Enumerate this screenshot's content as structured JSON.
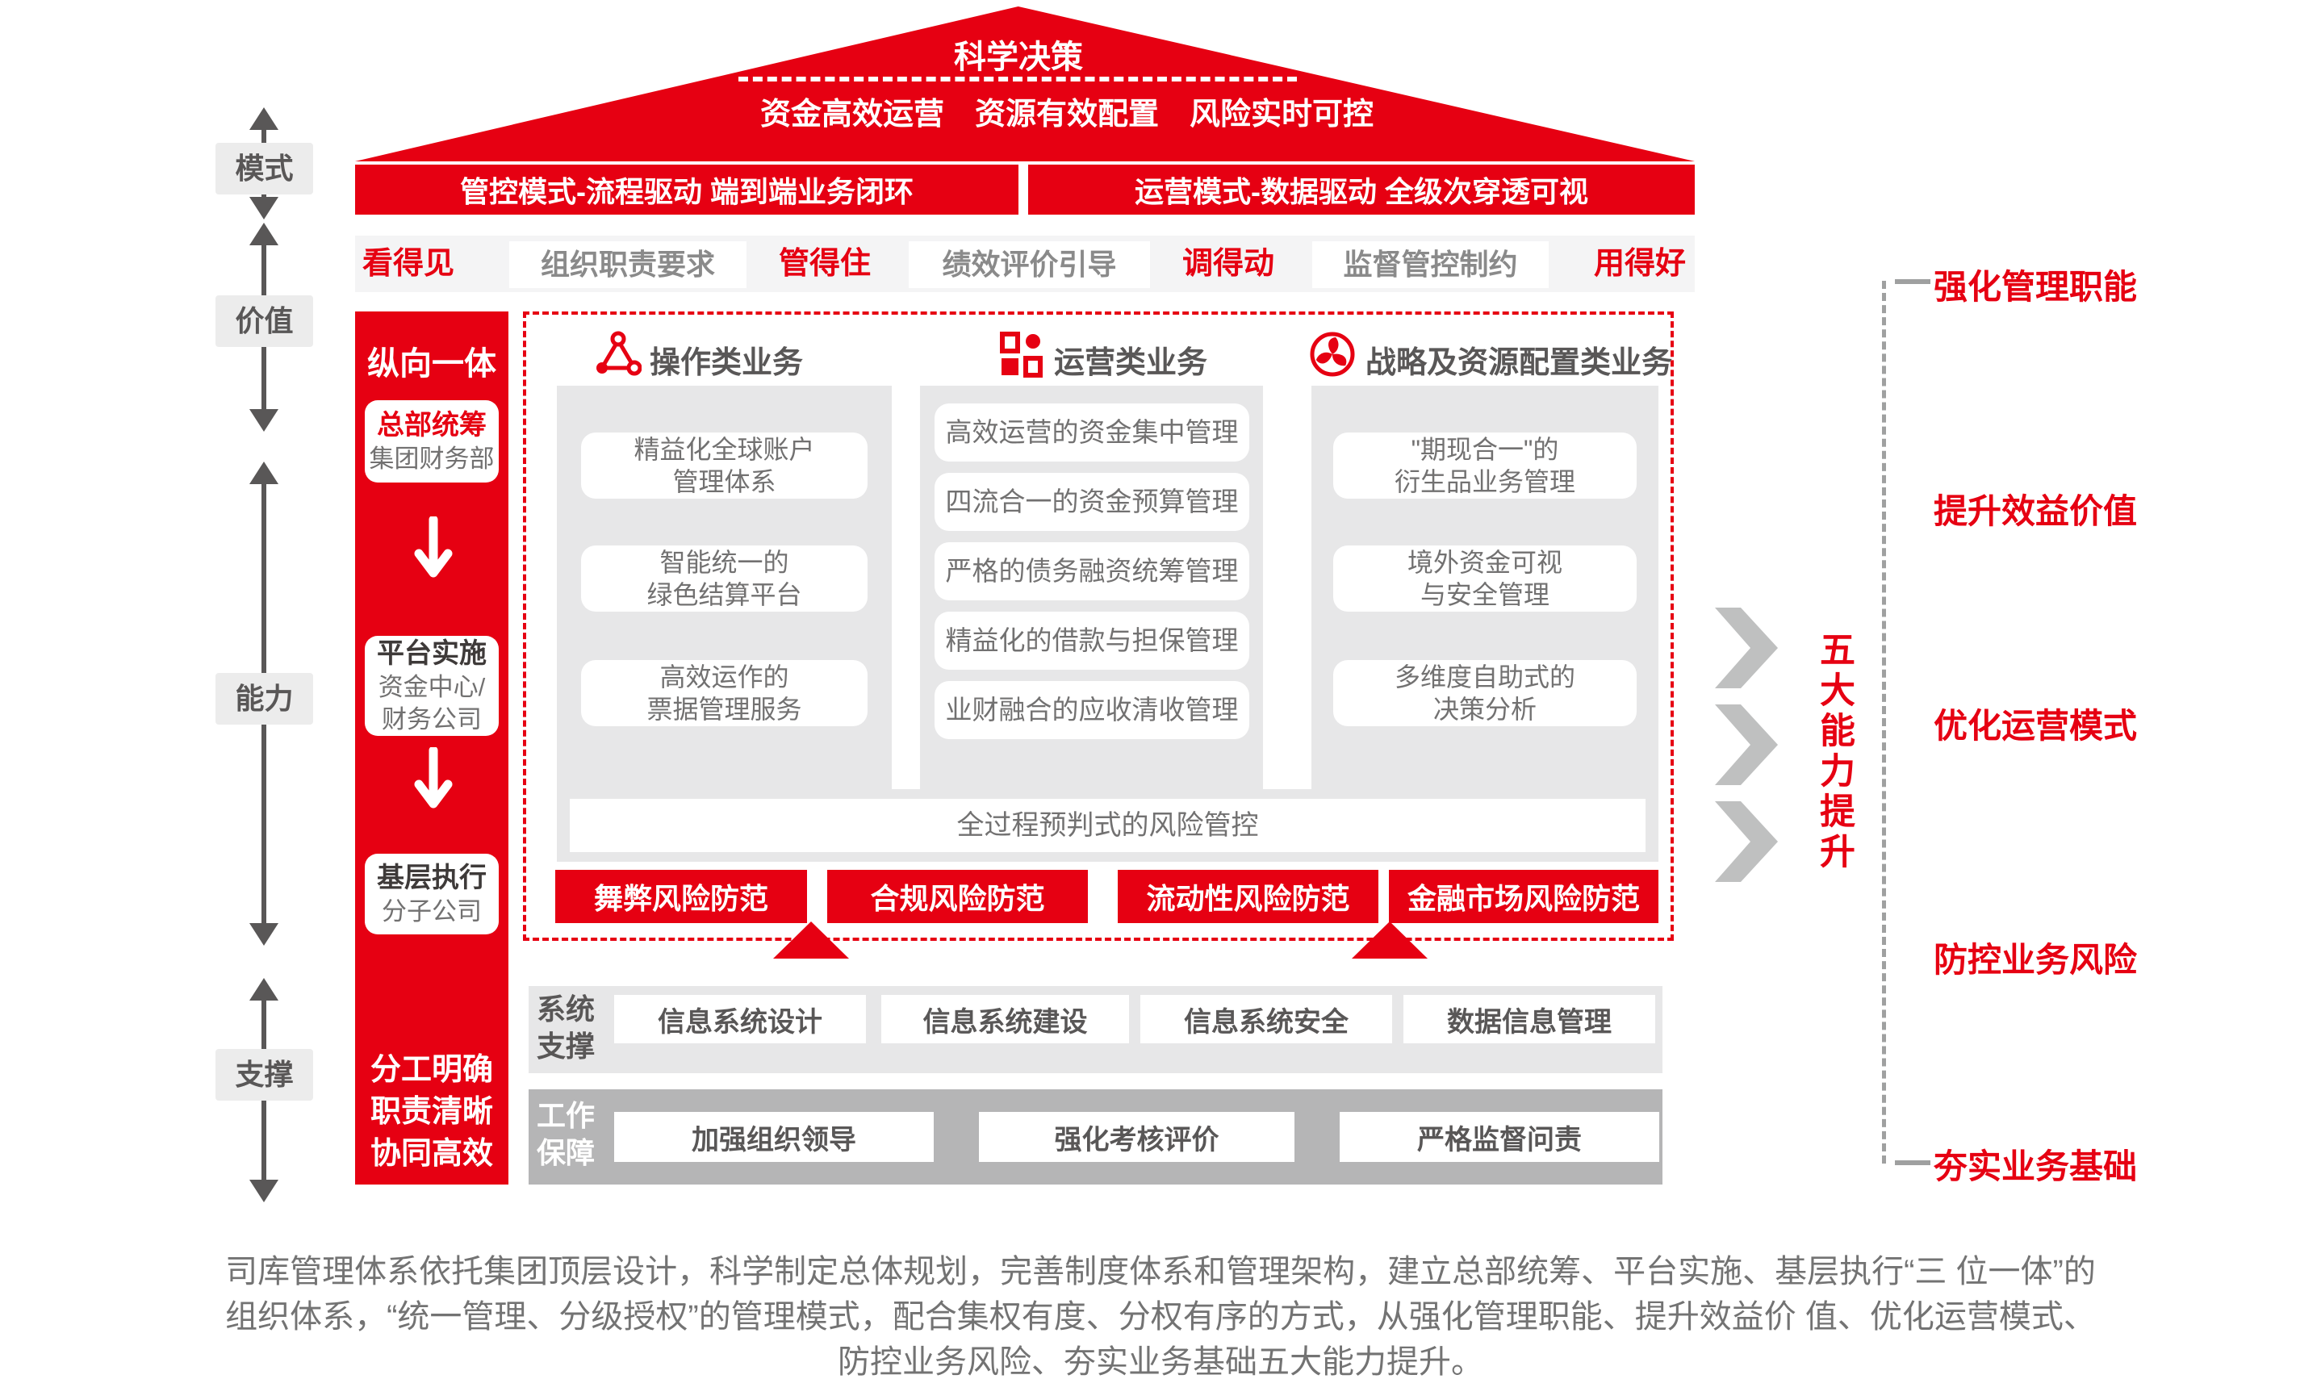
{
  "colors": {
    "accent_red": "#e60012",
    "dark_gray_text": "#595757",
    "mid_gray_text": "#727171",
    "light_panel": "#e7e7e8",
    "dark_panel": "#b5b5b6",
    "arrow_gray": "#9fa0a0"
  },
  "roof": {
    "title": "科学决策",
    "subtitle": "资金高效运营　资源有效配置　风险实时可控"
  },
  "left_axis": {
    "labels": [
      "模式",
      "价值",
      "能力",
      "支撑"
    ]
  },
  "mode_bars": {
    "bar1": "管控模式-流程驱动 端到端业务闭环",
    "bar2": "运营模式-数据驱动 全级次穿透可视"
  },
  "governance_row": {
    "red_items": [
      "看得见",
      "管得住",
      "调得动",
      "用得好"
    ],
    "box_items": [
      "组织职责要求",
      "绩效评价引导",
      "监督管控制约"
    ]
  },
  "org_column": {
    "title": "纵向一体",
    "nodes": [
      {
        "name": "总部统筹",
        "org": [
          "集团财务部"
        ]
      },
      {
        "name": "平台实施",
        "org": [
          "资金中心/",
          "财务公司"
        ]
      },
      {
        "name": "基层执行",
        "org": [
          "分子公司"
        ]
      }
    ],
    "motto": [
      "分工明确",
      "职责清晰",
      "协同高效"
    ]
  },
  "business_columns": [
    {
      "icon": "network-icon",
      "title": "操作类业务",
      "items": [
        [
          "精益化全球账户",
          "管理体系"
        ],
        [
          "智能统一的",
          "绿色结算平台"
        ],
        [
          "高效运作的",
          "票据管理服务"
        ]
      ]
    },
    {
      "icon": "grid-icon",
      "title": "运营类业务",
      "items": [
        [
          "高效运营的资金集中管理"
        ],
        [
          "四流合一的资金预算管理"
        ],
        [
          "严格的债务融资统筹管理"
        ],
        [
          "精益化的借款与担保管理"
        ],
        [
          "业财融合的应收清收管理"
        ]
      ]
    },
    {
      "icon": "flower-icon",
      "title": "战略及资源配置类业务",
      "items": [
        [
          "\"期现合一\"的",
          "衍生品业务管理"
        ],
        [
          "境外资金可视",
          "与安全管理"
        ],
        [
          "多维度自助式的",
          "决策分析"
        ]
      ]
    }
  ],
  "risk": {
    "bar": "全过程预判式的风险管控",
    "boxes": [
      "舞弊风险防范",
      "合规风险防范",
      "流动性风险防范",
      "金融市场风险防范"
    ]
  },
  "system_support": {
    "label": [
      "系统",
      "支撑"
    ],
    "items": [
      "信息系统设计",
      "信息系统建设",
      "信息系统安全",
      "数据信息管理"
    ]
  },
  "work_guarantee": {
    "label": [
      "工作",
      "保障"
    ],
    "items": [
      "加强组织领导",
      "强化考核评价",
      "严格监督问责"
    ]
  },
  "right_panel": {
    "labels": [
      "强化管理职能",
      "提升效益价值",
      "优化运营模式",
      "防控业务风险",
      "夯实业务基础"
    ],
    "vertical_title": "五大能力提升"
  },
  "footer": {
    "lines": [
      "司库管理体系依托集团顶层设计，科学制定总体规划，完善制度体系和管理架构，建立总部统筹、平台实施、基层执行“三 位一体”的",
      "组织体系，“统一管理、分级授权”的管理模式，配合集权有度、分权有序的方式，从强化管理职能、提升效益价 值、优化运营模式、",
      "防控业务风险、夯实业务基础五大能力提升。"
    ]
  }
}
